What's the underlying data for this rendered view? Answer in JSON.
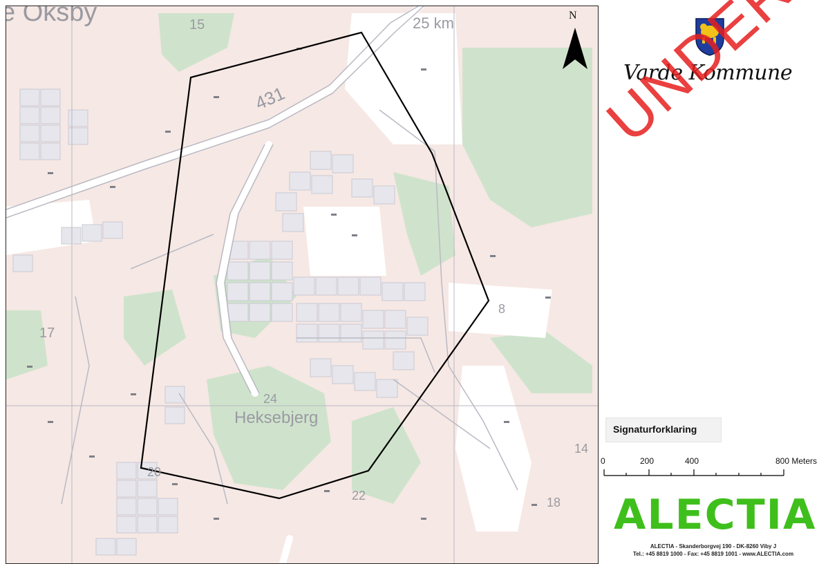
{
  "map": {
    "place_labels": {
      "town_top": "e Oksby",
      "heksebjerg": "Heksebjerg",
      "road_431": "431",
      "distance_25km": "25 km"
    },
    "contour_labels": [
      "15",
      "17",
      "24",
      "22",
      "14",
      "18",
      "8",
      "20"
    ],
    "study_area": "polygon outline",
    "colors": {
      "background": "#f6e8e4",
      "forest": "#cfe3cc",
      "residential_block": "#e6e6ec",
      "road": "#ffffff",
      "outline": "#000000",
      "grid": "#b8b8c4"
    }
  },
  "north_arrow": {
    "letter": "N",
    "icon": "north-arrow-icon"
  },
  "panel": {
    "municipality_name": "Varde Kommune",
    "crest_icon": "municipal-crest-icon",
    "watermark": "UNDERSØ",
    "legend_title": "Signaturforklaring",
    "scale_labels": [
      "0",
      "200",
      "400",
      "800 Meters"
    ],
    "company_logo": "ALECTIA",
    "company_address": "ALECTIA - Skanderborgvej 190 - DK-8260 Viby J",
    "company_contact": "Tel.: +45 8819 1000 - Fax: +45 8819 1001 - www.ALECTIA.com",
    "logo_color": "#3fbf1c",
    "watermark_color": "#e61e1e"
  }
}
